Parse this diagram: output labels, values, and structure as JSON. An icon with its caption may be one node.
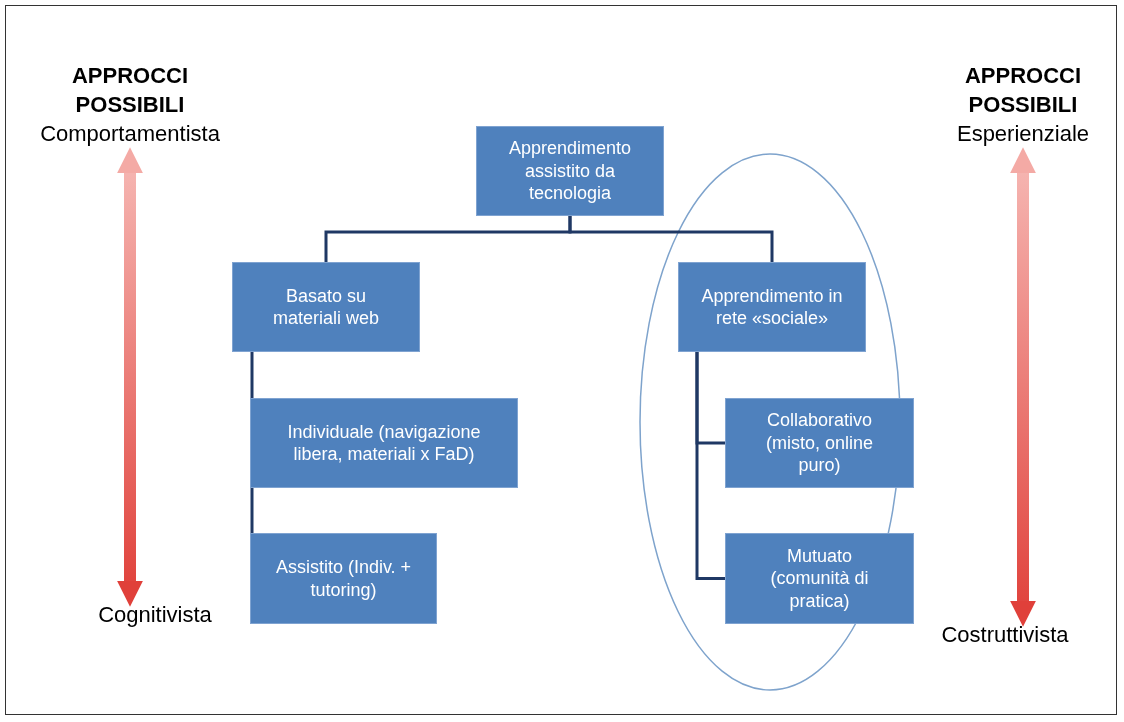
{
  "diagram": {
    "nodes": [
      {
        "text": [
          "Apprendimento assistito da tecnologia"
        ]
      },
      {
        "text": [
          "Basato su materiali web"
        ]
      },
      {
        "text": [
          "Apprendimento in rete «sociale»"
        ]
      },
      {
        "text": [
          "Individuale (navigazione libera, materiali x FaD)"
        ]
      },
      {
        "text": [
          "Assistito (Indiv. + tutoring)"
        ]
      },
      {
        "text": [
          "Collaborativo (misto, online puro)"
        ]
      },
      {
        "text": [
          "Mutuato (comunità di pratica)"
        ]
      },
      {
        "text": [
          "APPROCCI POSSIBILI",
          "Comportamentista"
        ]
      },
      {
        "text": [
          "Cognitivista"
        ]
      },
      {
        "text": [
          "APPROCCI POSSIBILI",
          "Esperienziale"
        ]
      },
      {
        "text": [
          "Costruttivista"
        ]
      }
    ],
    "edges": [
      {
        "from": 0,
        "to": 1,
        "arrow": "none"
      },
      {
        "from": 0,
        "to": 2,
        "arrow": "none"
      },
      {
        "from": 1,
        "to": 3,
        "arrow": "none"
      },
      {
        "from": 3,
        "to": 4,
        "arrow": "none"
      },
      {
        "from": 2,
        "to": 5,
        "arrow": "none"
      },
      {
        "from": 2,
        "to": 6,
        "arrow": "none"
      },
      {
        "from": 7,
        "to": 8,
        "arrow": "both",
        "style": "thick",
        "color": "#e0403a"
      },
      {
        "from": 9,
        "to": 10,
        "arrow": "both",
        "style": "thick",
        "color": "#e0403a"
      }
    ]
  }
}
